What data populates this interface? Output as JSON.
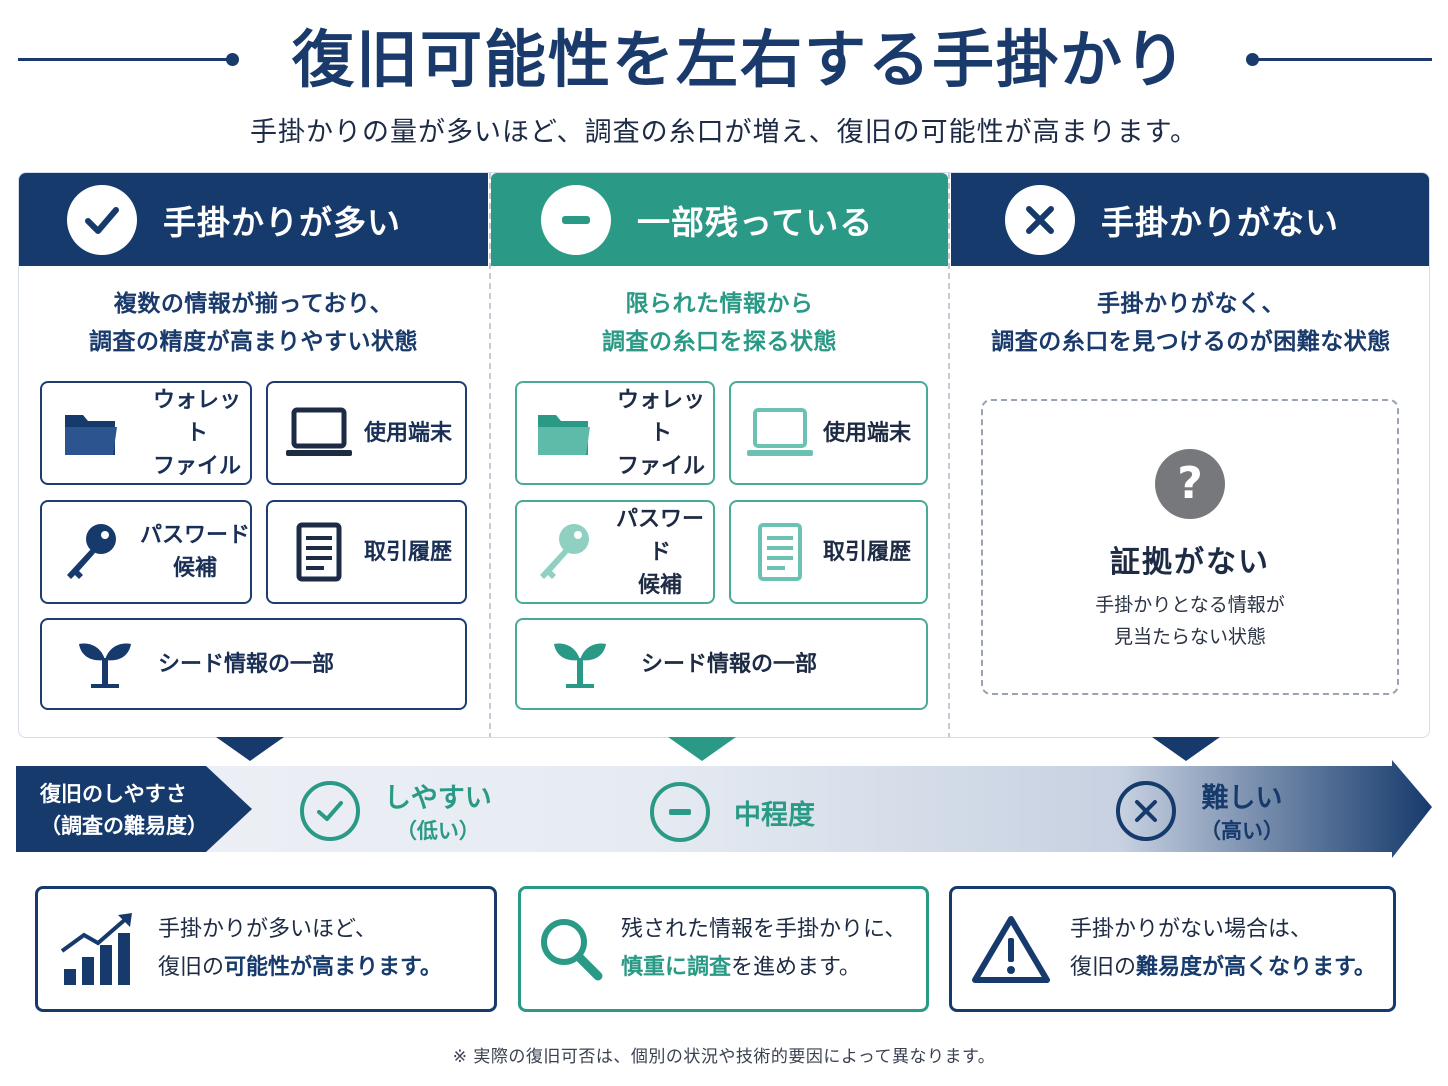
{
  "header": {
    "title": "復旧可能性を左右する手掛かり",
    "subtitle": "手掛かりの量が多いほど、調査の糸口が増え、復旧の可能性が高まります。"
  },
  "colors": {
    "navy": "#163a6c",
    "teal": "#2a9a86",
    "gray": "#77787c"
  },
  "panels": [
    {
      "title": "手掛かりが多い",
      "icon": "check-icon",
      "desc_line1": "複数の情報が揃っており、",
      "desc_line2": "調査の精度が高まりやすい状態",
      "cards": {
        "wallet_line1": "ウォレット",
        "wallet_line2": "ファイル",
        "device": "使用端末",
        "password_line1": "パスワード",
        "password_line2": "候補",
        "history": "取引履歴",
        "seed": "シード情報の一部"
      }
    },
    {
      "title": "一部残っている",
      "icon": "minus-icon",
      "desc_line1": "限られた情報から",
      "desc_line2": "調査の糸口を探る状態",
      "cards": {
        "wallet_line1": "ウォレット",
        "wallet_line2": "ファイル",
        "device": "使用端末",
        "password_line1": "パスワード",
        "password_line2": "候補",
        "history": "取引履歴",
        "seed": "シード情報の一部"
      }
    },
    {
      "title": "手掛かりがない",
      "icon": "x-icon",
      "desc_line1": "手掛かりがなく、",
      "desc_line2": "調査の糸口を見つけるのが困難な状態",
      "evidence": {
        "question": "?",
        "title": "証拠がない",
        "desc_line1": "手掛かりとなる情報が",
        "desc_line2": "見当たらない状態"
      }
    }
  ],
  "difficulty": {
    "label_line1": "復旧のしやすさ",
    "label_line2": "（調査の難易度）",
    "levels": [
      {
        "main": "しやすい",
        "sub": "（低い）"
      },
      {
        "main": "中程度",
        "sub": ""
      },
      {
        "main": "難しい",
        "sub": "（高い）"
      }
    ]
  },
  "bottom": [
    {
      "line1": "手掛かりが多いほど、",
      "line2_pre": "復旧の",
      "line2_hl": "可能性が高まります。",
      "line2_post": ""
    },
    {
      "line1": "残された情報を手掛かりに、",
      "line2_pre": "",
      "line2_hl": "慎重に調査",
      "line2_post": "を進めます。"
    },
    {
      "line1": "手掛かりがない場合は、",
      "line2_pre": "復旧の",
      "line2_hl": "難易度が高く",
      "line2_post": "なります。"
    }
  ],
  "footnote": "※ 実際の復旧可否は、個別の状況や技術的要因によって異なります。"
}
